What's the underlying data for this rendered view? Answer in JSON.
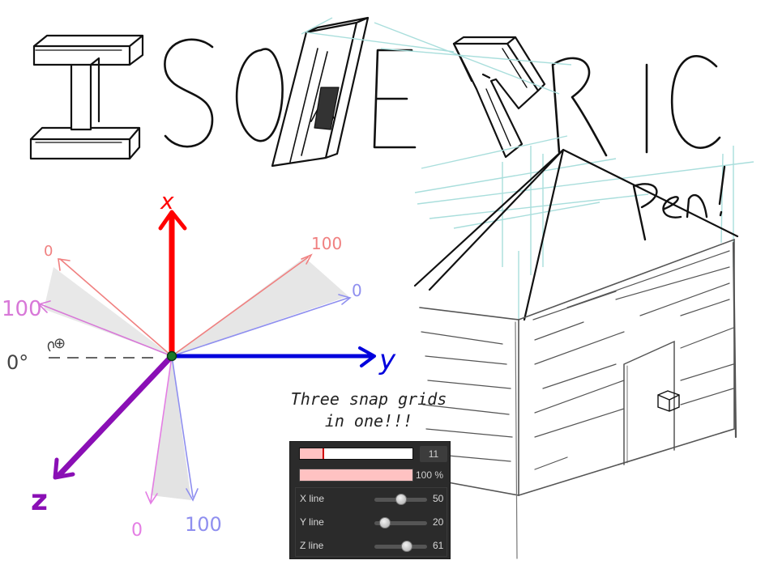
{
  "title": "ISOMETRIC",
  "subtitle": "Pen!",
  "axes": {
    "x_label": "x",
    "y_label": "y",
    "z_label": "z",
    "angle_label": "0°",
    "angle_symbol": "⊕",
    "scale": {
      "red_zero": "0",
      "red_hundred": "100",
      "blue_zero": "0",
      "magenta_hundred": "100",
      "pink_zero": "0",
      "blue_hundred": "100"
    },
    "colors": {
      "x": "#ff0000",
      "y": "#0000dd",
      "z": "#8a0fb5",
      "guide_red": "#f08080",
      "guide_blue": "#8f8fef",
      "guide_pink": "#e47ee4"
    }
  },
  "caption": {
    "line1": "Three snap grids",
    "line2": "in one!!!"
  },
  "panel": {
    "size": {
      "value": "11",
      "fraction": 0.21
    },
    "opacity": {
      "value": "100 %",
      "fraction": 1.0
    },
    "sliders": [
      {
        "label": "X line",
        "value": "50",
        "fraction": 0.5
      },
      {
        "label": "Y line",
        "value": "20",
        "fraction": 0.2
      },
      {
        "label": "Z line",
        "value": "61",
        "fraction": 0.61
      }
    ],
    "colors": {
      "background": "#2b2b2b",
      "fill": "#ffc2c2",
      "marker": "#d00000"
    }
  }
}
